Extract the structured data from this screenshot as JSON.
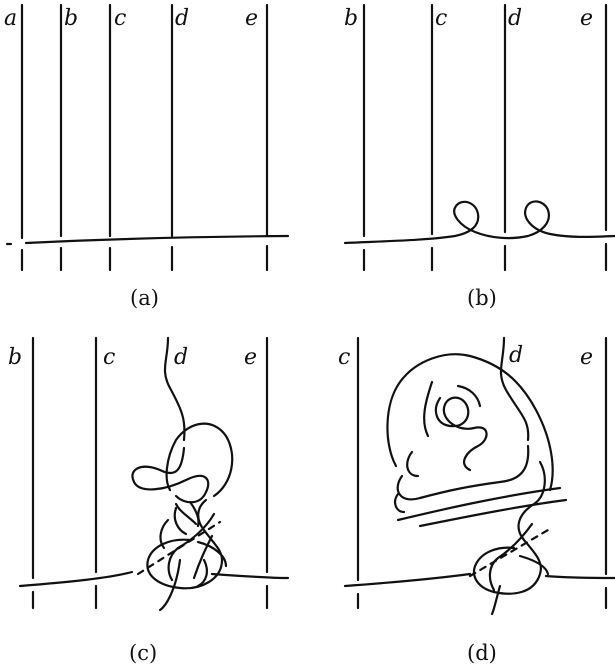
{
  "panels": [
    {
      "id": "a",
      "caption": "(a)",
      "strand_labels": [
        "a",
        "b",
        "c",
        "d",
        "e"
      ]
    },
    {
      "id": "b",
      "caption": "(b)",
      "strand_labels": [
        "b",
        "c",
        "d",
        "e"
      ]
    },
    {
      "id": "c",
      "caption": "(c)",
      "strand_labels": [
        "b",
        "c",
        "d",
        "e"
      ]
    },
    {
      "id": "d",
      "caption": "(d)",
      "strand_labels": [
        "c",
        "d",
        "e"
      ]
    }
  ],
  "colors": {
    "stroke": "#111111",
    "background": "#ffffff"
  }
}
